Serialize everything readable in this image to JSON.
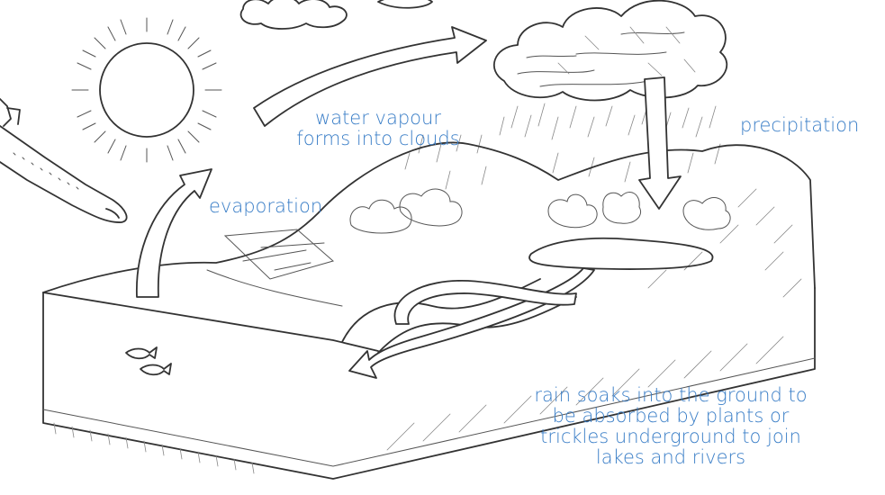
{
  "colors": {
    "label": "#3a7ec7",
    "ink": "#333333",
    "background": "#ffffff"
  },
  "labels": {
    "evaporation": "evaporation",
    "clouds": [
      "water vapour",
      "forms into clouds"
    ],
    "precipitation": "precipitation",
    "absorption": [
      "rain soaks into the ground to",
      "be absorbed by plants or",
      "trickles underground to join",
      "lakes and rivers"
    ]
  }
}
